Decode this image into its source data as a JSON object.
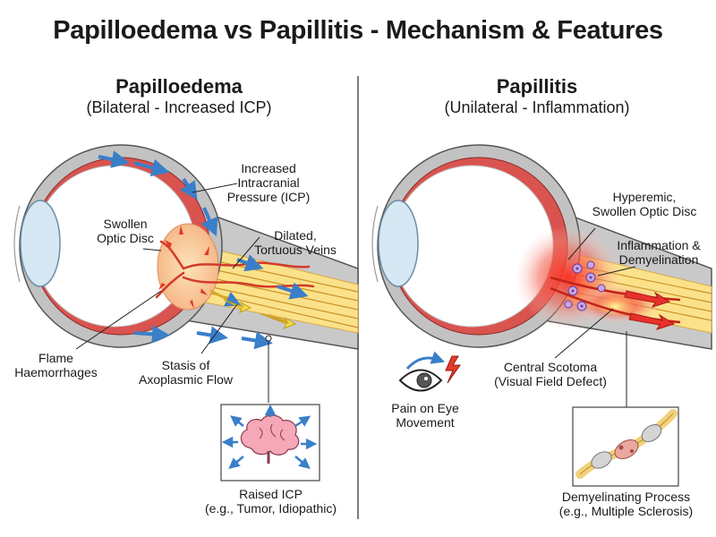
{
  "title": "Papilloedema vs Papillitis - Mechanism & Features",
  "left": {
    "title": "Papilloedema",
    "subtitle": "(Bilateral - Increased ICP)",
    "labels": {
      "icp": [
        "Increased",
        "Intracranial",
        "Pressure (ICP)"
      ],
      "disc": [
        "Swollen",
        "Optic Disc"
      ],
      "veins": [
        "Dilated,",
        "Tortuous Veins"
      ],
      "flame": [
        "Flame",
        "Haemorrhages"
      ],
      "stasis": [
        "Stasis of",
        "Axoplasmic Flow"
      ],
      "cause": [
        "Raised ICP",
        "(e.g., Tumor, Idiopathic)"
      ]
    },
    "icons": [
      "brain-icon",
      "outward-arrows-icon"
    ]
  },
  "right": {
    "title": "Papillitis",
    "subtitle": "(Unilateral - Inflammation)",
    "labels": {
      "disc": [
        "Hyperemic,",
        "Swollen Optic Disc"
      ],
      "inflam": [
        "Inflammation &",
        "Demyelination"
      ],
      "scotoma": [
        "Central Scotoma",
        "(Visual Field Defect)"
      ],
      "pain": [
        "Pain on Eye",
        "Movement"
      ],
      "cause": [
        "Demyelinating Process",
        "(e.g., Multiple Sclerosis)"
      ]
    },
    "icons": [
      "eye-icon",
      "lightning-icon",
      "nerve-fiber-icon"
    ]
  },
  "colors": {
    "sclera": "#b8b8b8",
    "choroid": "#d9534f",
    "nerve": "#fbe28a",
    "arrow": "#3a7fc9",
    "inflammation": "#e8302a"
  }
}
